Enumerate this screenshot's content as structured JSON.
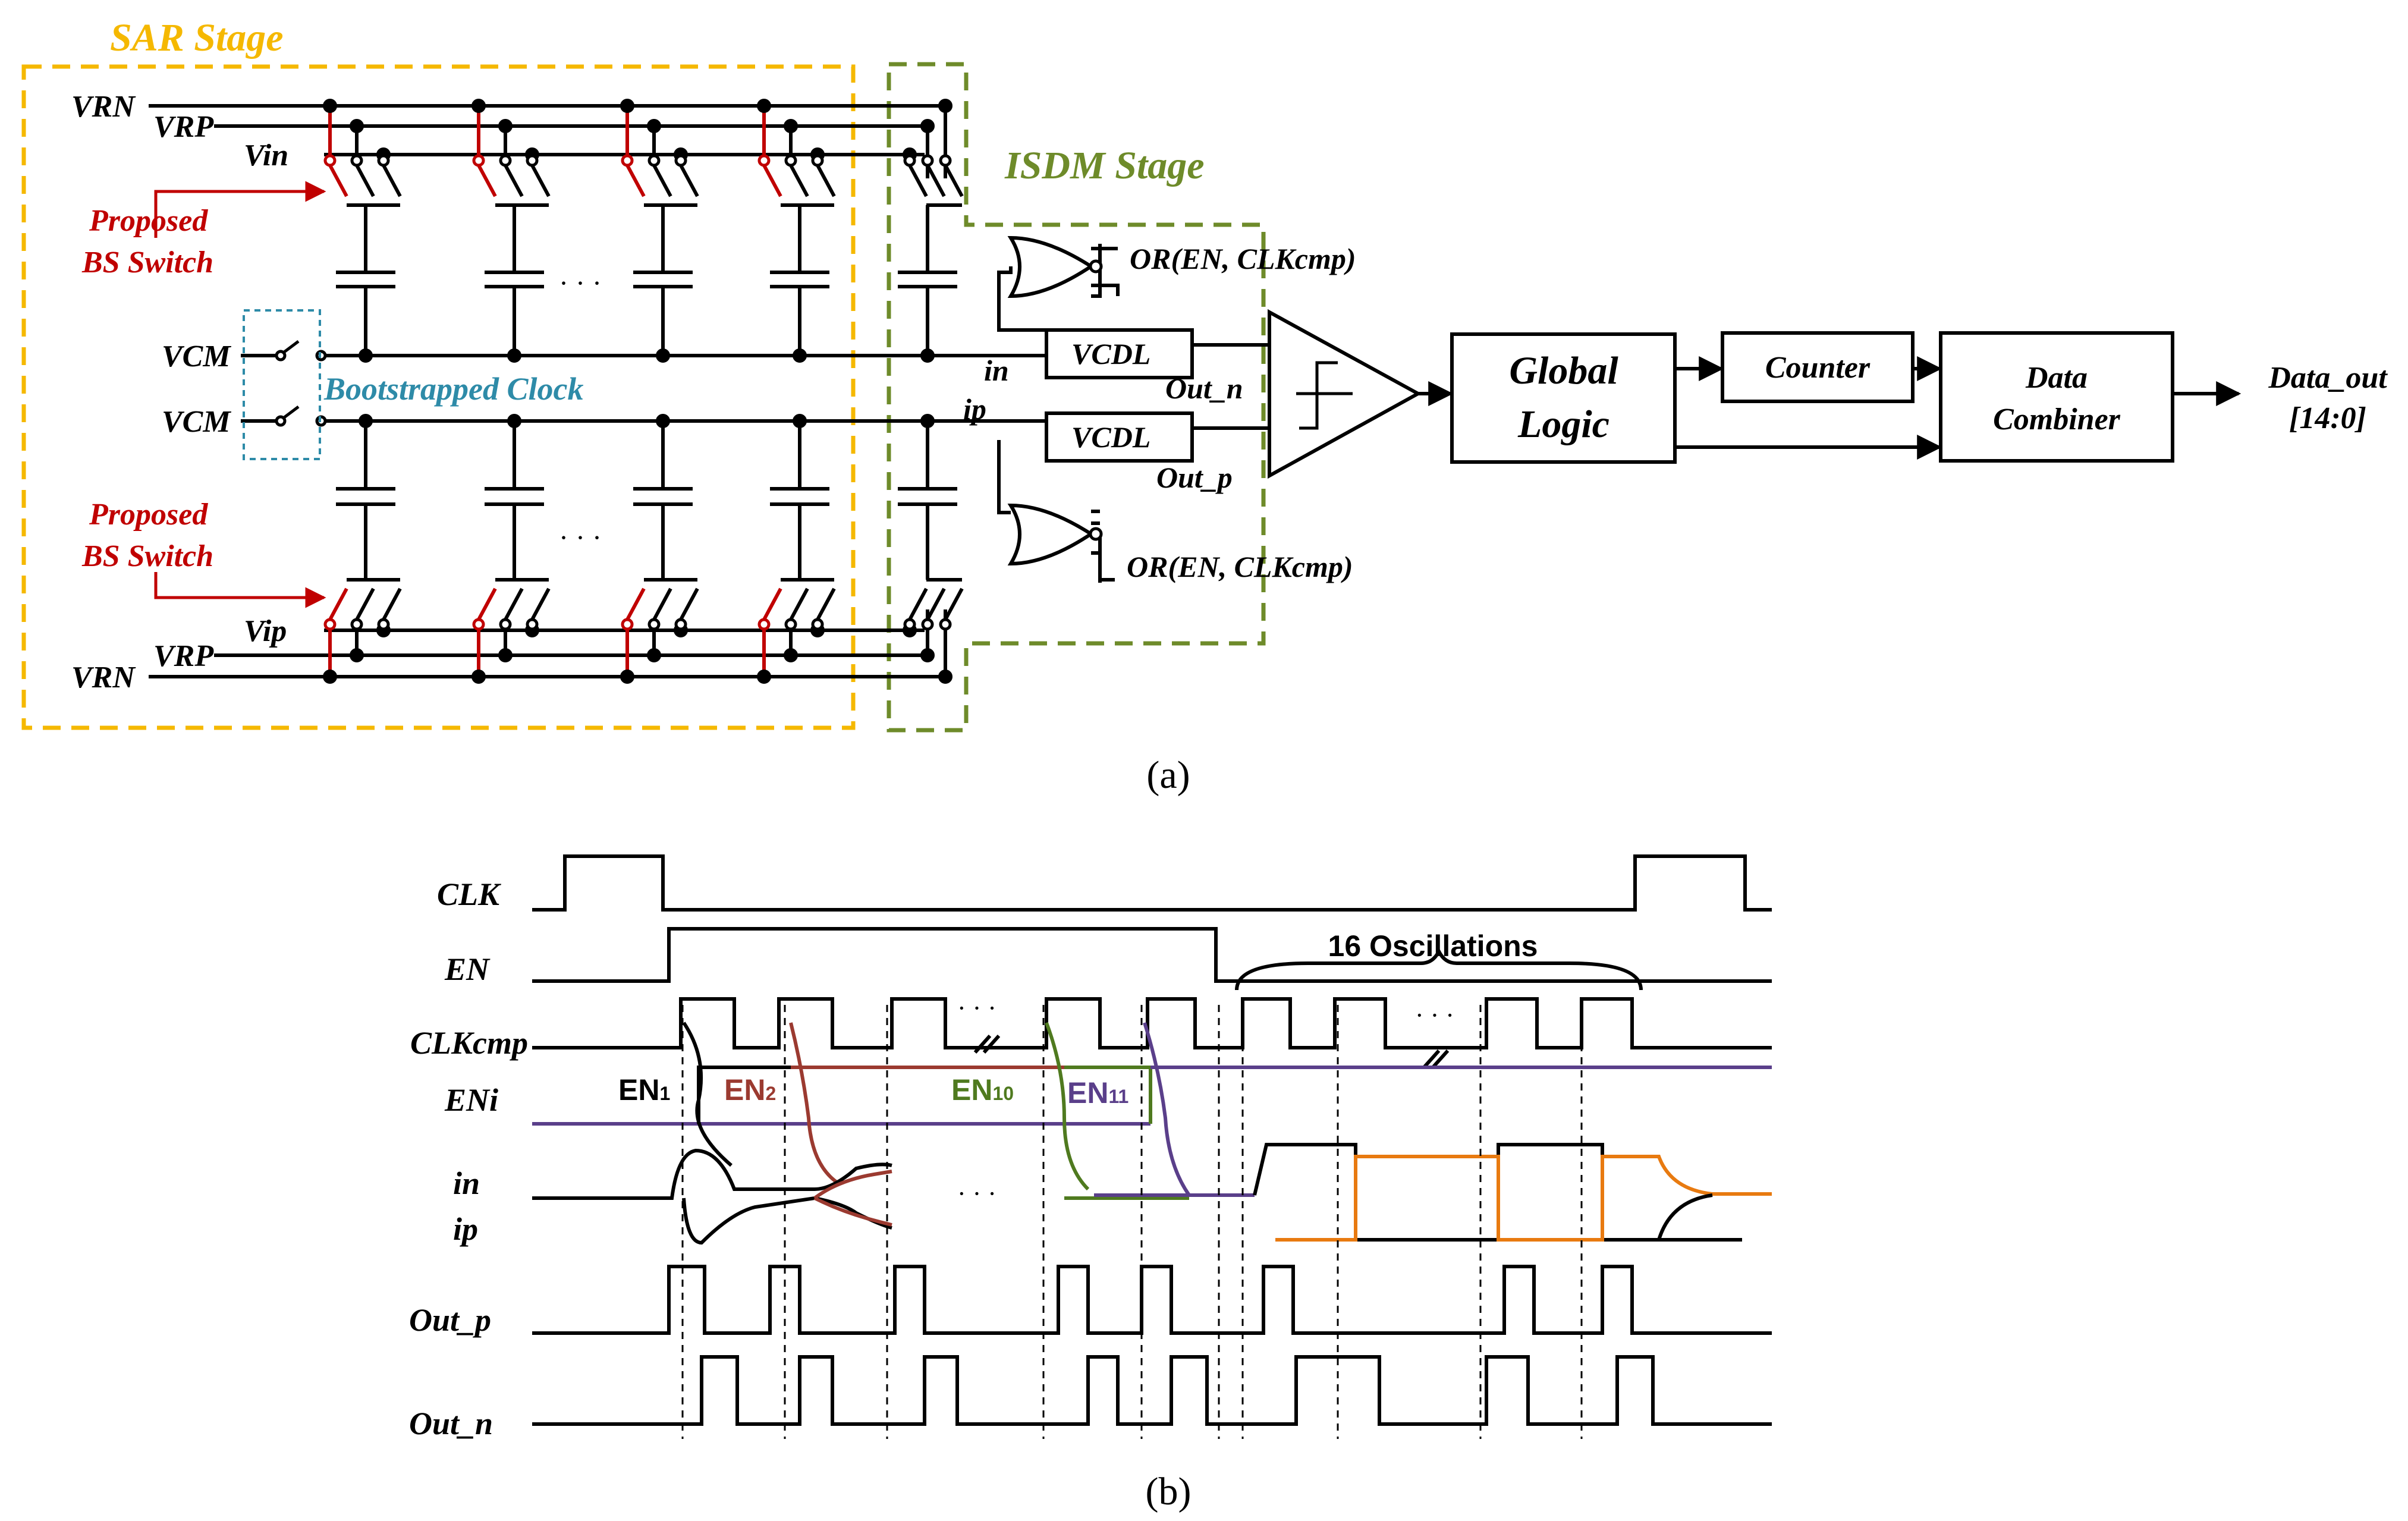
{
  "part_a": {
    "label": "(a)",
    "sar_stage": "SAR Stage",
    "isdm_stage": "ISDM Stage",
    "vrn": "VRN",
    "vrp": "VRP",
    "vin": "Vin",
    "vip": "Vip",
    "vcm": "VCM",
    "proposed_1": "Proposed",
    "bs_switch": "BS Switch",
    "bootstrapped_clock": "Bootstrapped Clock",
    "ellipsis": "· · ·",
    "or_gate": "OR(EN, CLKcmp)",
    "vcdl": "VCDL",
    "in": "in",
    "ip": "ip",
    "out_n": "Out_n",
    "out_p": "Out_p",
    "global_1": "Global",
    "global_2": "Logic",
    "counter": "Counter",
    "combiner_1": "Data",
    "combiner_2": "Combiner",
    "data_out_1": "Data_out",
    "data_out_2": "[14:0]"
  },
  "part_b": {
    "label": "(b)",
    "signals": [
      "CLK",
      "EN",
      "CLKcmp",
      "ENi",
      "in",
      "ip",
      "Out_p",
      "Out_n"
    ],
    "oscillations": "16 Oscillations",
    "en_labels": [
      {
        "base": "EN",
        "sub": "1"
      },
      {
        "base": "EN",
        "sub": "2"
      },
      {
        "base": "EN",
        "sub": "10"
      },
      {
        "base": "EN",
        "sub": "11"
      }
    ],
    "ellipsis": "· · ·"
  },
  "colors": {
    "sar_box": "#F5B800",
    "isdm_box": "#6E8B2A",
    "proposed": "#C00000",
    "bootstrap": "#2E8BA8",
    "en1": "#000000",
    "en2": "#9B3A30",
    "en10": "#4F7A1F",
    "en11": "#5A3F8A",
    "orange": "#E87A10"
  }
}
